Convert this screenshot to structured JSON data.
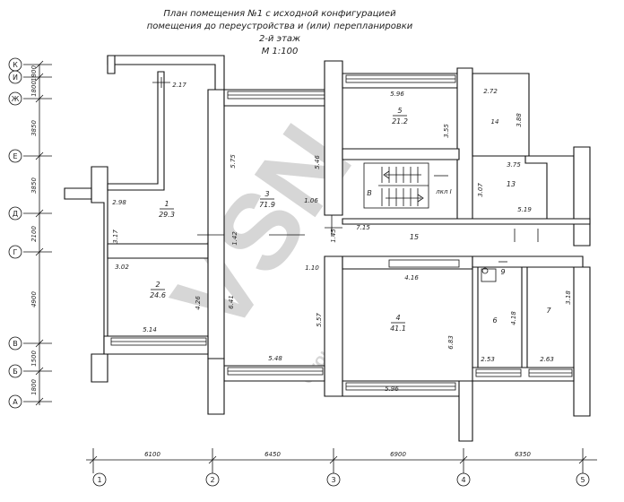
{
  "title": {
    "line1": "План помещения №1 с исходной конфигурацией",
    "line2": "помещения до переустройства и (или) перепланировки",
    "line3": "2-й этаж",
    "line4": "М 1:100"
  },
  "watermark": {
    "main": "VSN",
    "sub": "Group"
  },
  "rooms": [
    {
      "no": "1",
      "area": "29.3"
    },
    {
      "no": "2",
      "area": "24.6"
    },
    {
      "no": "3",
      "area": "71.9"
    },
    {
      "no": "4",
      "area": "41.1"
    },
    {
      "no": "5",
      "area": "21.2"
    },
    {
      "no": "6",
      "area": ""
    },
    {
      "no": "7",
      "area": ""
    },
    {
      "no": "9",
      "area": ""
    },
    {
      "no": "13",
      "area": ""
    },
    {
      "no": "14",
      "area": ""
    },
    {
      "no": "15",
      "area": ""
    },
    {
      "no": "В",
      "area": ""
    },
    {
      "no": "лкл I",
      "area": ""
    }
  ],
  "dims": [
    "2.17",
    "2.98",
    "3.17",
    "3.02",
    "4.26",
    "5.14",
    "5.75",
    "6.41",
    "5.48",
    "1.42",
    "5.46",
    "1.06",
    "1.45",
    "1.10",
    "5.57",
    "5.96",
    "3.55",
    "2.72",
    "3.88",
    "3.75",
    "3.07",
    "5.19",
    "7.15",
    "4.16",
    "6.83",
    "5.96",
    "4.18",
    "3.18",
    "2.53",
    "2.63"
  ],
  "row_axes": [
    "К",
    "И",
    "Ж",
    "Е",
    "Д",
    "Г",
    "В",
    "Б",
    "А"
  ],
  "row_dims": [
    "1800",
    "1800",
    "3850",
    "3850",
    "2100",
    "4900",
    "1500",
    "1800"
  ],
  "col_axes": [
    "1",
    "2",
    "3",
    "4",
    "5"
  ],
  "col_dims": [
    "6100",
    "6450",
    "6900",
    "6350"
  ]
}
